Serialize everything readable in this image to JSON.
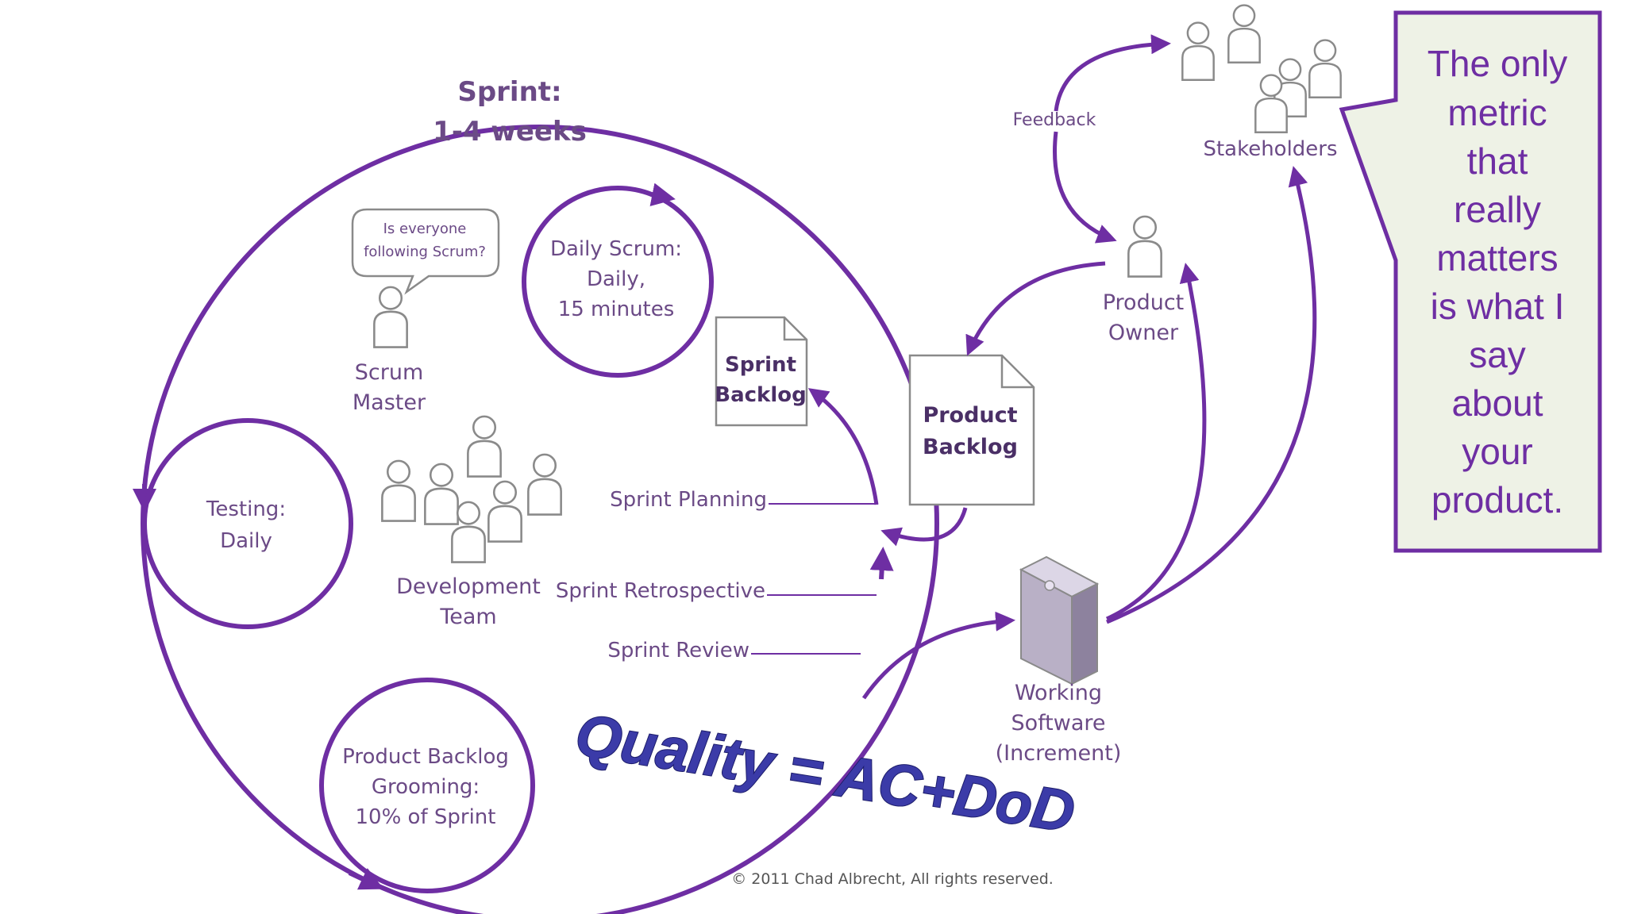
{
  "colors": {
    "primary": "#6e2ea3",
    "label": "#6b4a86",
    "quality_text": "#3b3ba8",
    "callout_bg": "#eef2e6",
    "background": "#ffffff"
  },
  "sprint": {
    "title_line1": "Sprint:",
    "title_line2": "1-4 weeks"
  },
  "daily_scrum": {
    "line1": "Daily Scrum:",
    "line2": "Daily,",
    "line3": "15 minutes"
  },
  "testing": {
    "line1": "Testing:",
    "line2": "Daily"
  },
  "grooming": {
    "line1": "Product Backlog",
    "line2": "Grooming:",
    "line3": "10% of Sprint"
  },
  "scrum_master": {
    "speech_line1": "Is everyone",
    "speech_line2": "following Scrum?",
    "line1": "Scrum",
    "line2": "Master"
  },
  "dev_team": {
    "line1": "Development",
    "line2": "Team"
  },
  "sprint_backlog": {
    "line1": "Sprint",
    "line2": "Backlog"
  },
  "product_backlog": {
    "line1": "Product",
    "line2": "Backlog"
  },
  "product_owner": {
    "line1": "Product",
    "line2": "Owner"
  },
  "stakeholders": {
    "label": "Stakeholders"
  },
  "feedback": {
    "label": "Feedback"
  },
  "working_software": {
    "line1": "Working",
    "line2": "Software",
    "line3": "(Increment)"
  },
  "events": {
    "planning": "Sprint Planning",
    "retrospective": "Sprint Retrospective",
    "review": "Sprint Review"
  },
  "quality": {
    "text": "Quality = AC+DoD"
  },
  "callout": {
    "lines": [
      "The only",
      "metric",
      "that",
      "really",
      "matters",
      "is what I",
      "say",
      "about",
      "your",
      "product."
    ]
  },
  "copyright": "© 2011 Chad Albrecht, All rights reserved."
}
